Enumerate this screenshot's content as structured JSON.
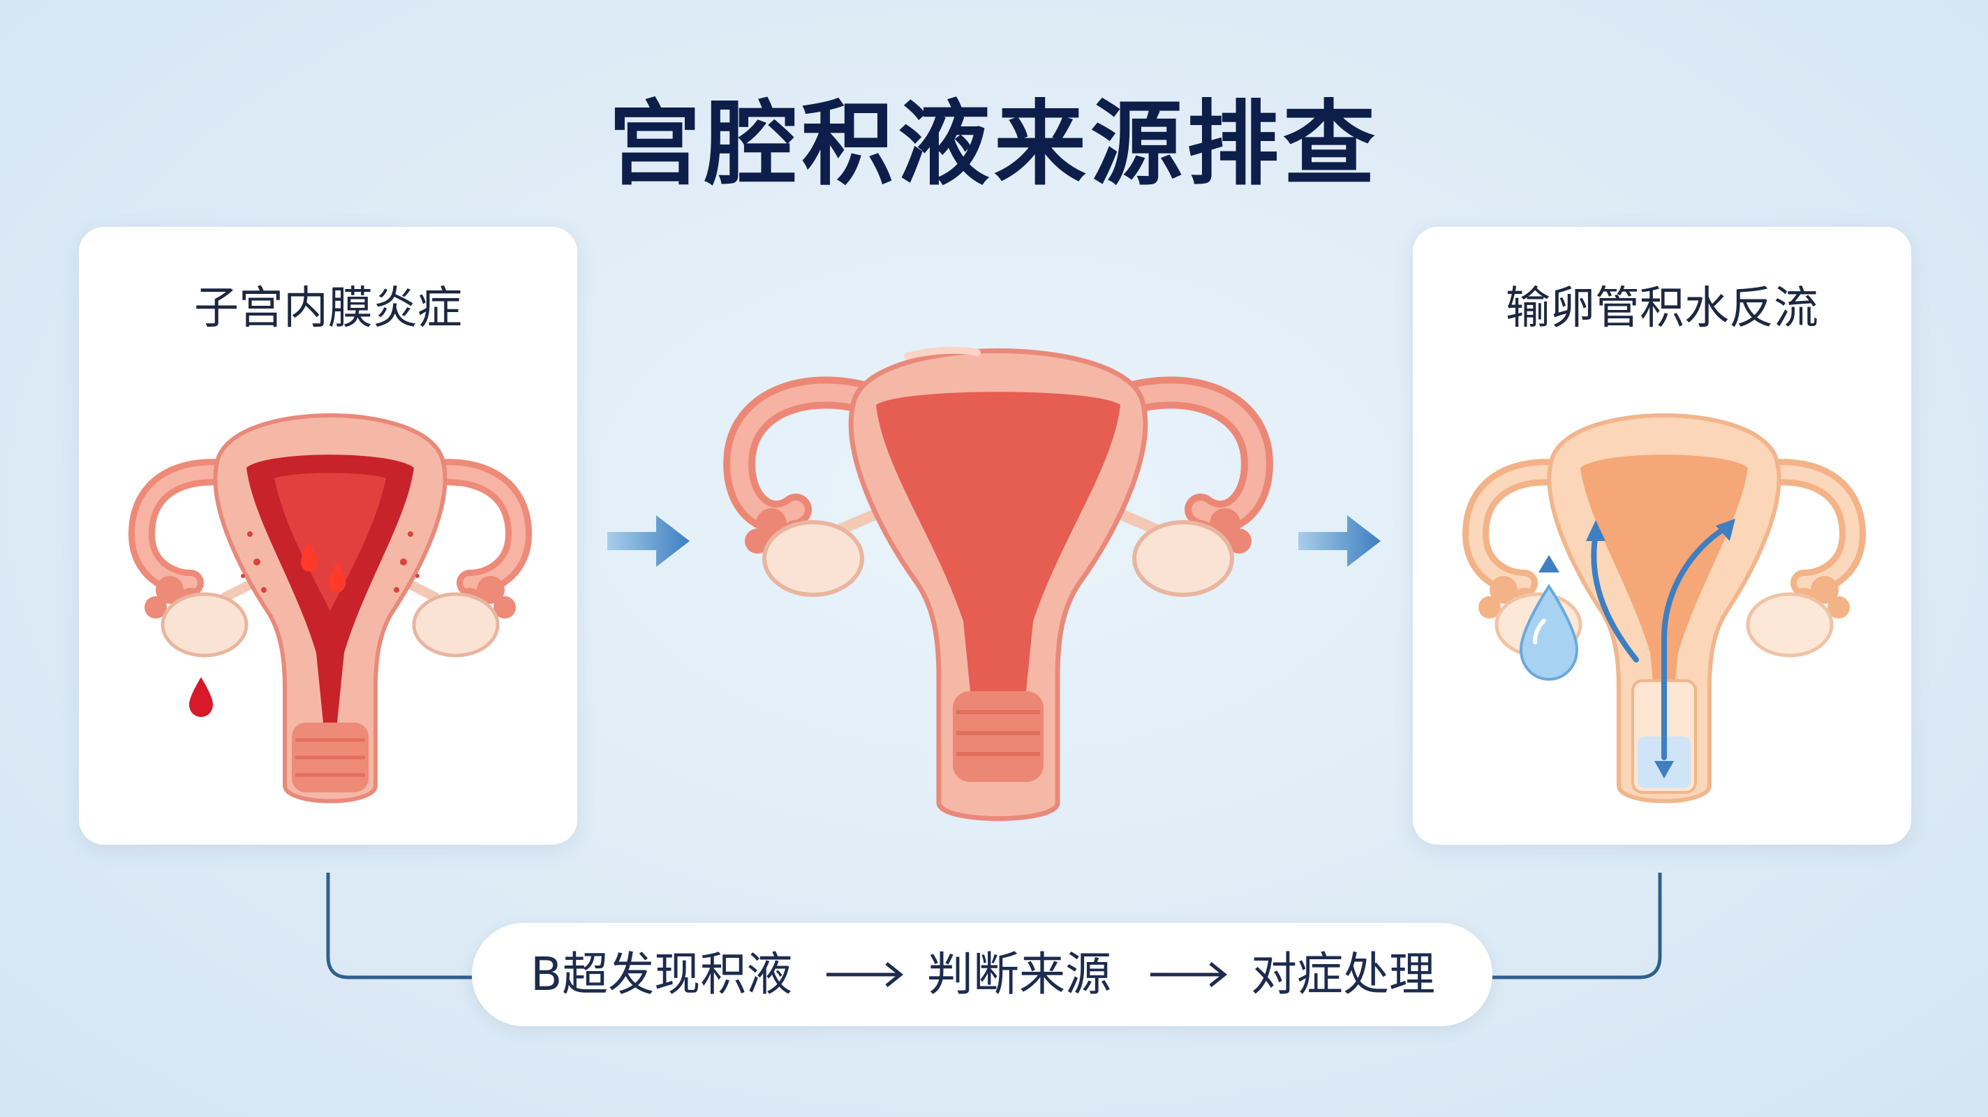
{
  "title": "宫腔积液来源排查",
  "left_card": {
    "label": "子宫内膜炎症"
  },
  "right_card": {
    "label": "输卵管积水反流"
  },
  "flow": {
    "steps": [
      "B超发现积液",
      "判断来源",
      "对症处理"
    ]
  },
  "colors": {
    "background": "#ddebf6",
    "title": "#0e1e4a",
    "uterus_normal": "#f2a594",
    "uterus_inflamed": "#c8232a",
    "uterus_fluid": "#f6c7a0",
    "arrow_blue": "#3d7fc1",
    "connector_line": "#2f5f8f"
  },
  "icons": [
    "right-arrow-icon",
    "blood-drop-icon",
    "water-drop-icon",
    "reflux-arrow-icon"
  ]
}
